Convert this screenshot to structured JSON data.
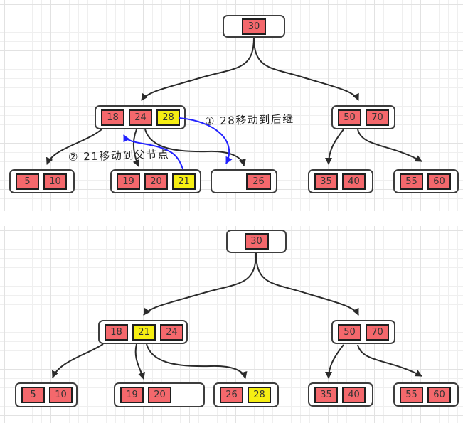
{
  "diagram_type": "b-tree-deletion-steps",
  "annotations": {
    "step1": "① 28移动到后继",
    "step2": "② 21移动到父节点"
  },
  "colors": {
    "key_fill": "#f4686c",
    "highlight_fill": "#f6ee13",
    "node_border": "#3d3d3d",
    "edge_line": "#2b2b2b",
    "move_arrow": "#2222ff",
    "grid_line": "#efefef",
    "text": "#333333"
  },
  "before": {
    "root_keys": [
      "30"
    ],
    "left_node_keys": [
      "18",
      "24",
      "28"
    ],
    "right_node_keys": [
      "50",
      "70"
    ],
    "leaf1_keys": [
      "5",
      "10"
    ],
    "leaf2_keys": [
      "19",
      "20",
      "21"
    ],
    "leaf3_keys": [
      "26"
    ],
    "leaf3_empty_slot": "left",
    "leaf4_keys": [
      "35",
      "40"
    ],
    "leaf5_keys": [
      "55",
      "60"
    ],
    "highlighted_keys": [
      "28",
      "21"
    ]
  },
  "after": {
    "root_keys": [
      "30"
    ],
    "left_node_keys": [
      "18",
      "21",
      "24"
    ],
    "right_node_keys": [
      "50",
      "70"
    ],
    "leaf1_keys": [
      "5",
      "10"
    ],
    "leaf2_keys": [
      "19",
      "20"
    ],
    "leaf2_empty_slot": "right",
    "leaf3_keys": [
      "26",
      "28"
    ],
    "leaf4_keys": [
      "35",
      "40"
    ],
    "leaf5_keys": [
      "55",
      "60"
    ],
    "highlighted_keys": [
      "21",
      "28"
    ]
  }
}
